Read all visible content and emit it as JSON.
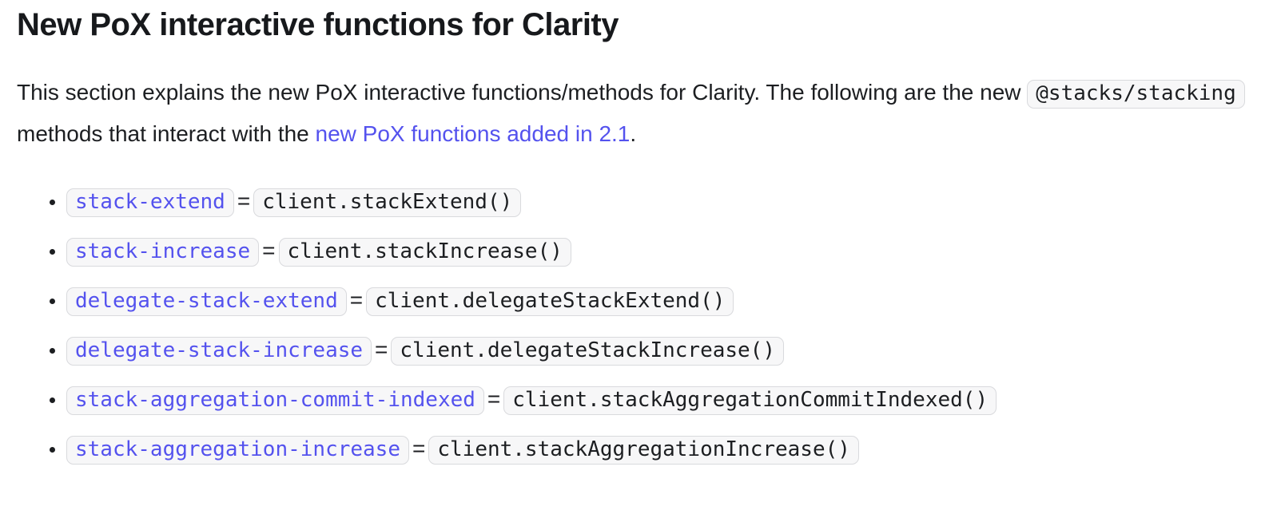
{
  "page": {
    "title": "New PoX interactive functions for Clarity"
  },
  "intro": {
    "text_before_code": "This section explains the new PoX interactive functions/methods for Clarity. The following are the new",
    "code": "@stacks/stacking",
    "text_after_code": "methods that interact with the",
    "link_text": "new PoX functions added in 2.1",
    "text_after_link": "."
  },
  "list": {
    "items": [
      {
        "clarity_fn": "stack-extend",
        "separator": "=",
        "client_method": "client.stackExtend()"
      },
      {
        "clarity_fn": "stack-increase",
        "separator": "=",
        "client_method": "client.stackIncrease()"
      },
      {
        "clarity_fn": "delegate-stack-extend",
        "separator": "=",
        "client_method": "client.delegateStackExtend()"
      },
      {
        "clarity_fn": "delegate-stack-increase",
        "separator": "=",
        "client_method": "client.delegateStackIncrease()"
      },
      {
        "clarity_fn": "stack-aggregation-commit-indexed",
        "separator": "=",
        "client_method": "client.stackAggregationCommitIndexed()"
      },
      {
        "clarity_fn": "stack-aggregation-increase",
        "separator": "=",
        "client_method": "client.stackAggregationIncrease()"
      }
    ]
  },
  "colors": {
    "link_accent": "#5452ee",
    "code_background": "#f7f7f8",
    "code_border": "#d9dadd",
    "text": "#1c1e21"
  }
}
